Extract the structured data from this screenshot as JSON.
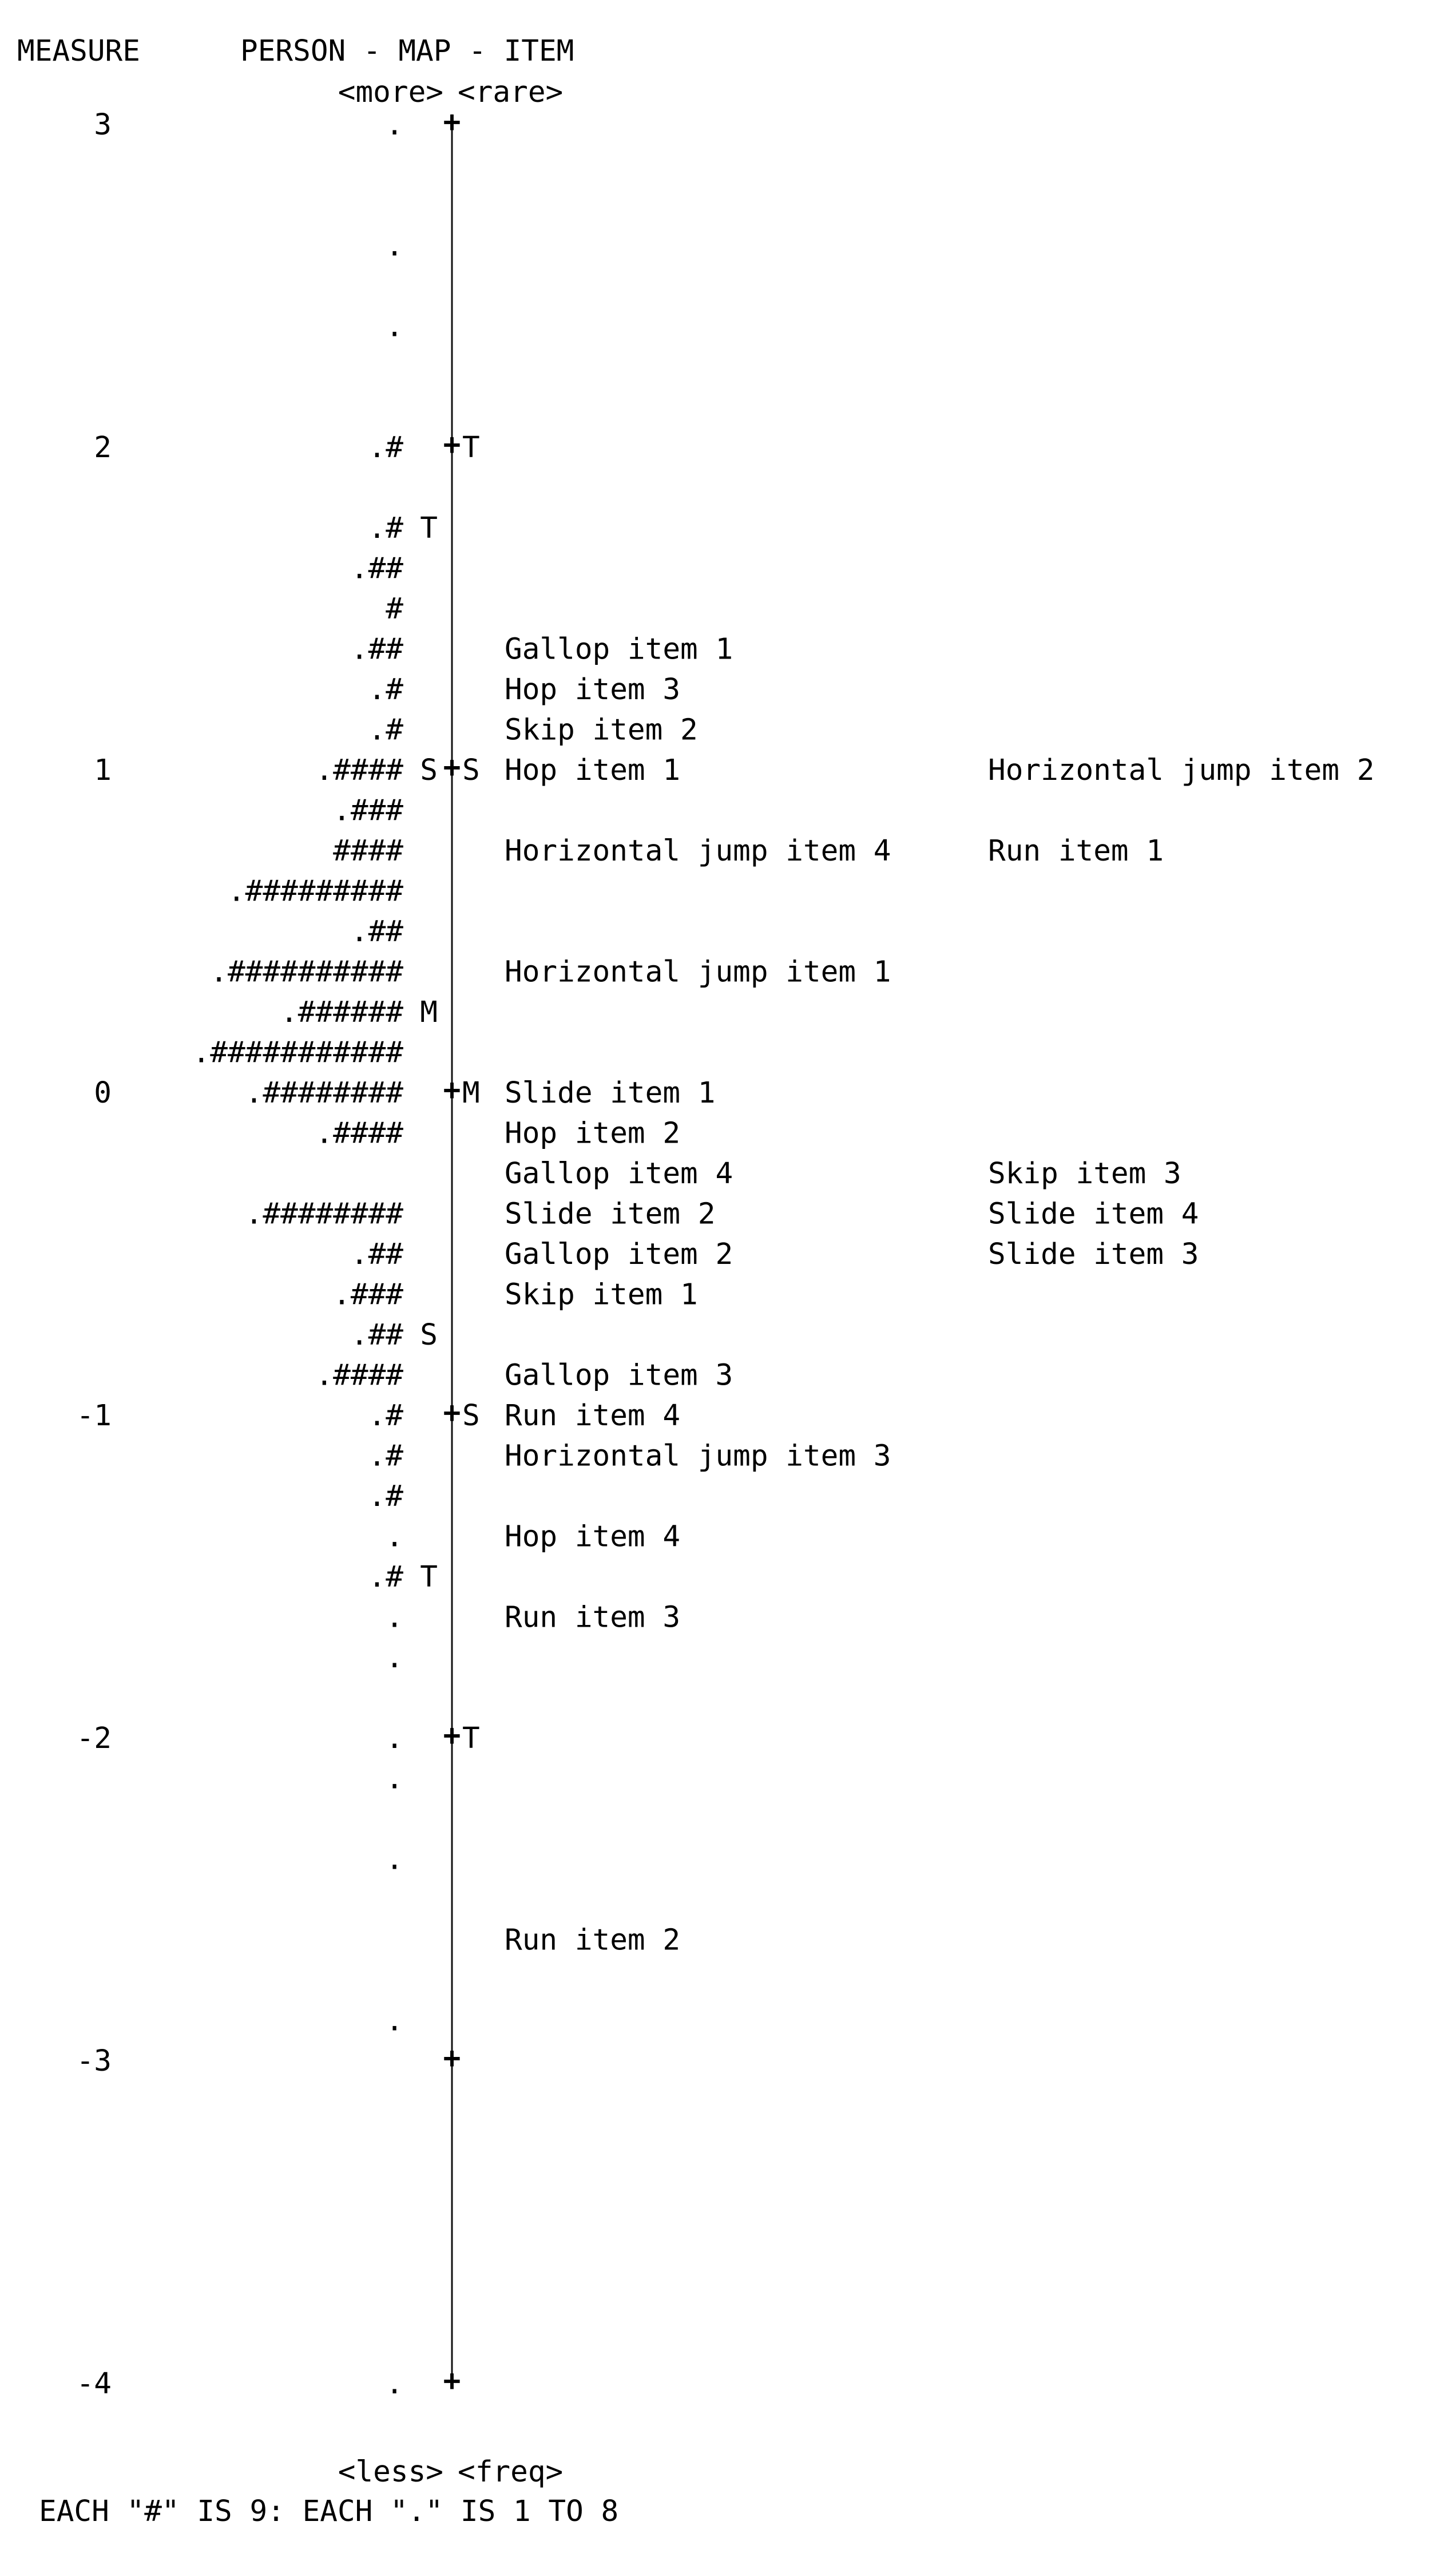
{
  "chart_data": {
    "type": "wright-map",
    "header": {
      "measure_label": "MEASURE",
      "title": "PERSON - MAP - ITEM",
      "top_left": "<more>",
      "top_right": "<rare>",
      "bottom_left": "<less>",
      "bottom_right": "<freq>"
    },
    "footer": "EACH \"#\" IS 9: EACH \".\" IS 1 TO 8",
    "ylim": [
      -4,
      3
    ],
    "rows_per_unit": 8,
    "measure_ticks": [
      "3",
      "2",
      "1",
      "0",
      "-1",
      "-2",
      "-3",
      "-4"
    ],
    "persons": [
      {
        "measure": 3.0,
        "symbol": "."
      },
      {
        "measure": 2.625,
        "symbol": "."
      },
      {
        "measure": 2.375,
        "symbol": "."
      },
      {
        "measure": 2.0,
        "symbol": ".#"
      },
      {
        "measure": 1.75,
        "symbol": ".#"
      },
      {
        "measure": 1.625,
        "symbol": ".##"
      },
      {
        "measure": 1.5,
        "symbol": "#"
      },
      {
        "measure": 1.375,
        "symbol": ".##"
      },
      {
        "measure": 1.25,
        "symbol": ".#"
      },
      {
        "measure": 1.125,
        "symbol": ".#"
      },
      {
        "measure": 1.0,
        "symbol": ".####"
      },
      {
        "measure": 0.875,
        "symbol": ".###"
      },
      {
        "measure": 0.75,
        "symbol": "####"
      },
      {
        "measure": 0.625,
        "symbol": ".#########"
      },
      {
        "measure": 0.5,
        "symbol": ".##"
      },
      {
        "measure": 0.375,
        "symbol": ".##########"
      },
      {
        "measure": 0.25,
        "symbol": ".######"
      },
      {
        "measure": 0.125,
        "symbol": ".###########"
      },
      {
        "measure": 0.0,
        "symbol": ".########"
      },
      {
        "measure": -0.125,
        "symbol": ".####"
      },
      {
        "measure": -0.375,
        "symbol": ".########"
      },
      {
        "measure": -0.5,
        "symbol": ".##"
      },
      {
        "measure": -0.625,
        "symbol": ".###"
      },
      {
        "measure": -0.75,
        "symbol": ".##"
      },
      {
        "measure": -0.875,
        "symbol": ".####"
      },
      {
        "measure": -1.0,
        "symbol": ".#"
      },
      {
        "measure": -1.125,
        "symbol": ".#"
      },
      {
        "measure": -1.25,
        "symbol": ".#"
      },
      {
        "measure": -1.375,
        "symbol": "."
      },
      {
        "measure": -1.5,
        "symbol": ".#"
      },
      {
        "measure": -1.625,
        "symbol": "."
      },
      {
        "measure": -1.75,
        "symbol": "."
      },
      {
        "measure": -2.0,
        "symbol": "."
      },
      {
        "measure": -2.125,
        "symbol": "."
      },
      {
        "measure": -2.375,
        "symbol": "."
      },
      {
        "measure": -2.875,
        "symbol": "."
      },
      {
        "measure": -4.0,
        "symbol": "."
      }
    ],
    "person_markers": [
      {
        "measure": 1.75,
        "label": "T"
      },
      {
        "measure": 1.0,
        "label": "S"
      },
      {
        "measure": 0.25,
        "label": "M"
      },
      {
        "measure": -0.75,
        "label": "S"
      },
      {
        "measure": -1.5,
        "label": "T"
      }
    ],
    "item_markers": [
      {
        "measure": 2.0,
        "label": "T"
      },
      {
        "measure": 1.0,
        "label": "S"
      },
      {
        "measure": 0.0,
        "label": "M"
      },
      {
        "measure": -1.0,
        "label": "S"
      },
      {
        "measure": -2.0,
        "label": "T"
      }
    ],
    "items": [
      {
        "measure": 1.375,
        "label": "Gallop item 1",
        "column": 1
      },
      {
        "measure": 1.25,
        "label": "Hop item 3",
        "column": 1
      },
      {
        "measure": 1.125,
        "label": "Skip item 2",
        "column": 1
      },
      {
        "measure": 1.0,
        "label": "Hop item 1",
        "column": 1
      },
      {
        "measure": 1.0,
        "label": "Horizontal jump item 2",
        "column": 2
      },
      {
        "measure": 0.75,
        "label": "Horizontal jump item 4",
        "column": 1
      },
      {
        "measure": 0.75,
        "label": "Run item 1",
        "column": 2
      },
      {
        "measure": 0.375,
        "label": "Horizontal jump item 1",
        "column": 1
      },
      {
        "measure": 0.0,
        "label": "Slide item 1",
        "column": 1
      },
      {
        "measure": -0.125,
        "label": "Hop item 2",
        "column": 1
      },
      {
        "measure": -0.25,
        "label": "Gallop item 4",
        "column": 1
      },
      {
        "measure": -0.25,
        "label": "Skip item 3",
        "column": 2
      },
      {
        "measure": -0.375,
        "label": "Slide item 2",
        "column": 1
      },
      {
        "measure": -0.375,
        "label": "Slide item 4",
        "column": 2
      },
      {
        "measure": -0.5,
        "label": "Gallop item 2",
        "column": 1
      },
      {
        "measure": -0.5,
        "label": "Slide item 3",
        "column": 2
      },
      {
        "measure": -0.625,
        "label": "Skip item 1",
        "column": 1
      },
      {
        "measure": -0.875,
        "label": "Gallop item 3",
        "column": 1
      },
      {
        "measure": -1.0,
        "label": "Run item 4",
        "column": 1
      },
      {
        "measure": -1.125,
        "label": "Horizontal jump item 3",
        "column": 1
      },
      {
        "measure": -1.375,
        "label": "Hop item 4",
        "column": 1
      },
      {
        "measure": -1.625,
        "label": "Run item 3",
        "column": 1
      },
      {
        "measure": -2.625,
        "label": "Run item 2",
        "column": 1
      }
    ]
  }
}
